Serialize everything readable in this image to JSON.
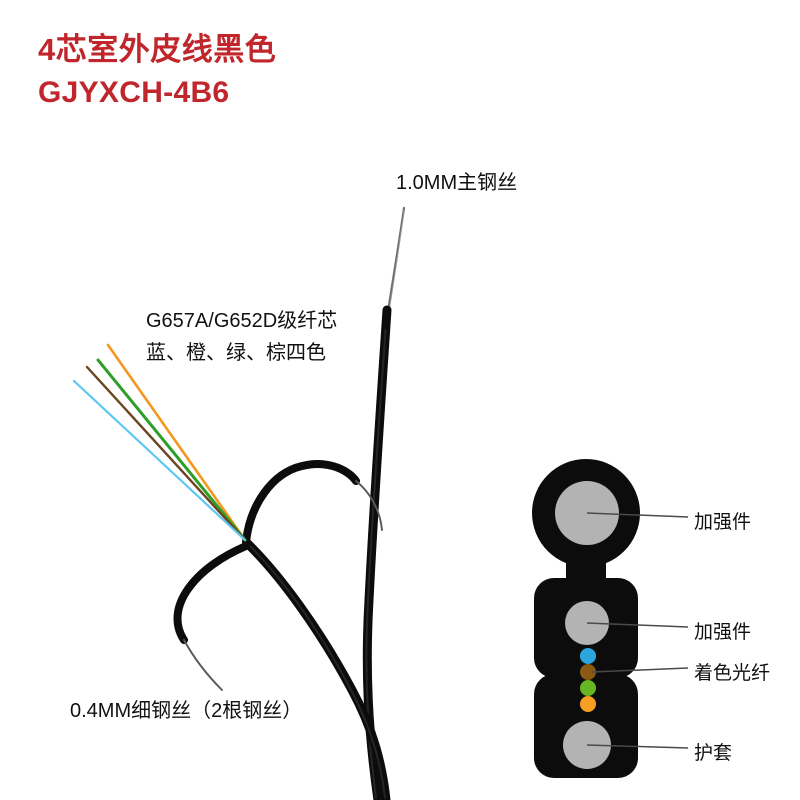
{
  "product": {
    "title_cn": "4芯室外皮线黑色",
    "model": "GJYXCH-4B6",
    "title_color": "#c0262b"
  },
  "annotations": {
    "main_wire": "1.0MM主钢丝",
    "core_grade": "G657A/G652D级纤芯",
    "core_colors": "蓝、橙、绿、棕四色",
    "thin_wire": "0.4MM细钢丝（2根钢丝）"
  },
  "cross_section_labels": {
    "strength_member_top": "加强件",
    "strength_member_mid": "加强件",
    "colored_fiber": "着色光纤",
    "sheath": "护套"
  },
  "fiber_strands": [
    {
      "name": "orange-fiber",
      "color": "#f5961e"
    },
    {
      "name": "green-fiber",
      "color": "#2f9e26"
    },
    {
      "name": "brown-fiber",
      "color": "#6b4620"
    },
    {
      "name": "blue-fiber",
      "color": "#5ec8f0"
    }
  ],
  "cross_section_dots": [
    {
      "name": "blue-fiber-dot",
      "color": "#2ba6de"
    },
    {
      "name": "brown-fiber-dot",
      "color": "#8a5a12"
    },
    {
      "name": "green-fiber-dot",
      "color": "#66b622"
    },
    {
      "name": "orange-fiber-dot",
      "color": "#f5a021"
    }
  ],
  "palette": {
    "jacket_black": "#0c0c0c",
    "strength_gray": "#b3b3b3",
    "steel_wire_gray": "#5a5a5a",
    "leader_line": "#4a4a4a",
    "background": "#ffffff"
  }
}
